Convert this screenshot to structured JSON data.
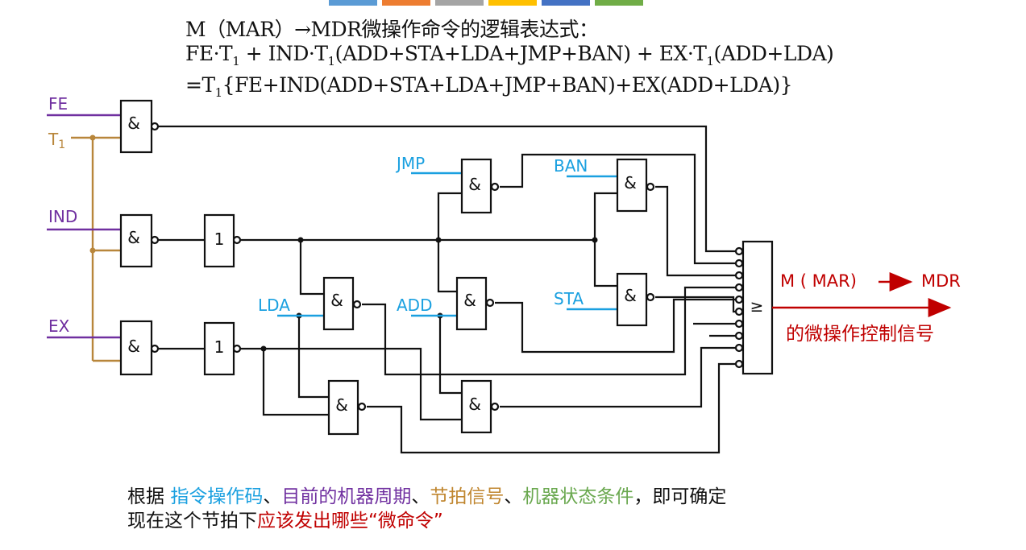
{
  "top_tab_colors": [
    "#5b9bd5",
    "#ed7d31",
    "#a5a5a5",
    "#ffc000",
    "#4472c4",
    "#70ad47"
  ],
  "colors": {
    "wire": "#111111",
    "timing_wire": "#b8863b",
    "input_purple": "#7030a0",
    "input_blue": "#1aa0e0",
    "output_red": "#c00000",
    "cond_orange": "#c0862f",
    "cond_green": "#6aa84f"
  },
  "formula": {
    "line1": "M（MAR）→MDR微操作命令的逻辑表达式：",
    "line2_a": "FE·T",
    "line2_sub1": "1",
    "line2_b": " + IND·T",
    "line2_sub2": "1",
    "line2_c": "(ADD+STA+LDA+JMP+BAN) + EX·T",
    "line2_sub3": "1",
    "line2_d": "(ADD+LDA)",
    "line3_a": "=T",
    "line3_sub": "1",
    "line3_b": "{FE+IND(ADD+STA+LDA+JMP+BAN)+EX(ADD+LDA)}"
  },
  "inputs": {
    "fe": "FE",
    "t1_main": "T",
    "t1_sub": "1",
    "ind": "IND",
    "ex": "EX",
    "jmp": "JMP",
    "ban": "BAN",
    "lda": "LDA",
    "add": "ADD",
    "sta": "STA"
  },
  "gates": {
    "and_symbol": "&",
    "not_symbol": "1",
    "or_symbol": "≥"
  },
  "output": {
    "label_left": "M ( MAR)",
    "label_right": "MDR",
    "caption": "的微操作控制信号"
  },
  "bottom_text": {
    "line1_a": "根据 ",
    "line1_b": "指令操作码",
    "line1_c": "、",
    "line1_d": "目前的机器周期",
    "line1_e": "、",
    "line1_f": "节拍信号",
    "line1_g": "、",
    "line1_h": "机器状态条件",
    "line1_i": "，即可确定",
    "line2_a": "现在这个节拍下",
    "line2_b": "应该发出哪些“微命令”"
  }
}
